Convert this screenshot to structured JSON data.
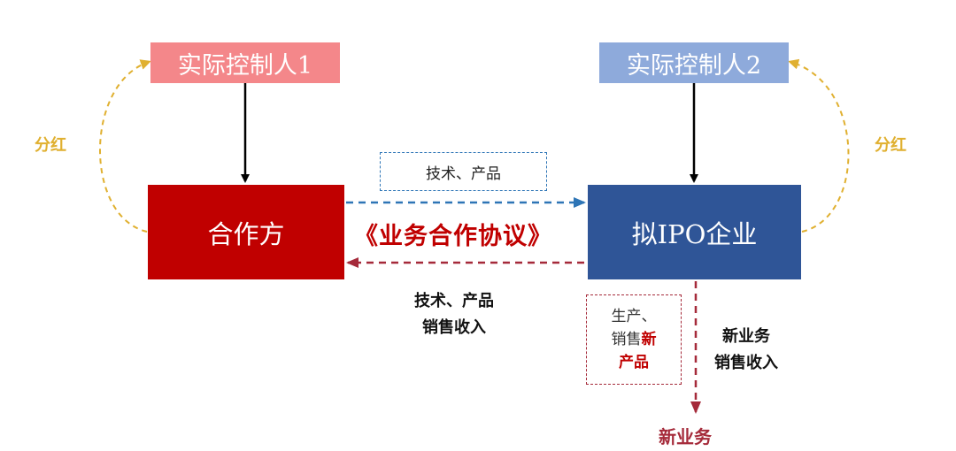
{
  "controller_1": "实际控制人1",
  "controller_2": "实际控制人2",
  "partner": "合作方",
  "ipo_company": "拟IPO企业",
  "dividend_left": "分红",
  "dividend_right": "分红",
  "agreement": "《业务合作协议》",
  "tech_product_top": "技术、产品",
  "tech_product_bottom_line1": "技术、产品",
  "tech_product_bottom_line2": "销售收入",
  "produce_line1": "生产、",
  "produce_line2_normal": "销售",
  "produce_line2_red": "新",
  "produce_line3_red": "产品",
  "new_business_revenue_line1": "新业务",
  "new_business_revenue_line2": "销售收入",
  "new_business": "新业务",
  "colors": {
    "controller_1_fill": "#f4878a",
    "controller_2_fill": "#8eaadb",
    "partner_fill": "#c00000",
    "ipo_fill": "#2f5597",
    "dividend": "#e0b030",
    "blue_arrow": "#2e75b6",
    "red_arrow": "#a52a3a"
  }
}
